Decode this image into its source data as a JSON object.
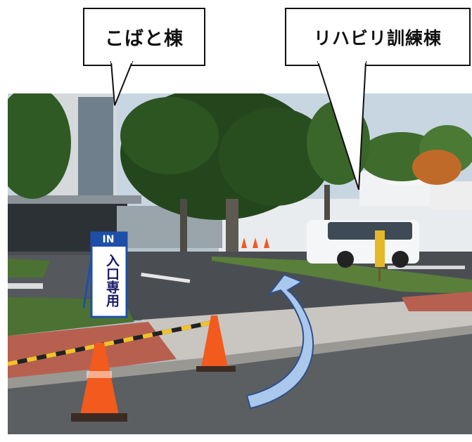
{
  "callouts": {
    "kobato": "こばと棟",
    "rehab": "リハビリ訓練棟"
  },
  "sign": {
    "top": "IN",
    "main": "入口専用"
  },
  "colors": {
    "arrow_fill": "#a9c8ec",
    "arrow_stroke": "#2f4f8a",
    "cone": "#f25a1e",
    "sign_blue": "#1e4fa8"
  }
}
